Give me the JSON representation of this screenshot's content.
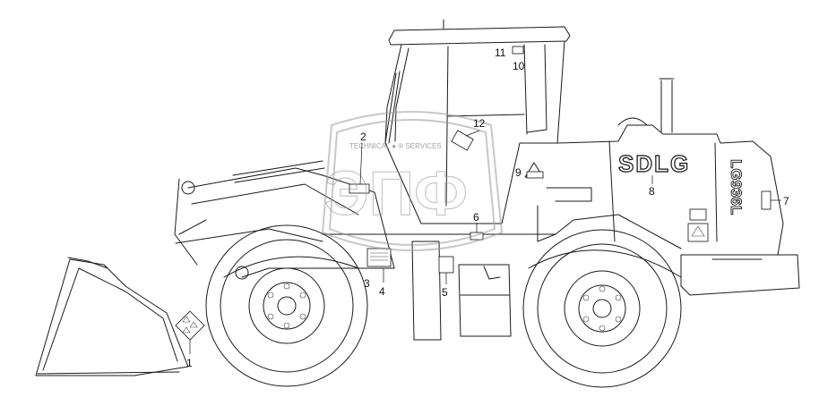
{
  "brand_text": "SDLG",
  "model_text": "LG936L",
  "watermark": {
    "monogram": "ЭПФ",
    "line": "TECHNICAL ● ® SERVICES"
  },
  "callouts": [
    "1",
    "2",
    "3",
    "4",
    "5",
    "6",
    "7",
    "8",
    "9",
    "10",
    "11",
    "12"
  ]
}
